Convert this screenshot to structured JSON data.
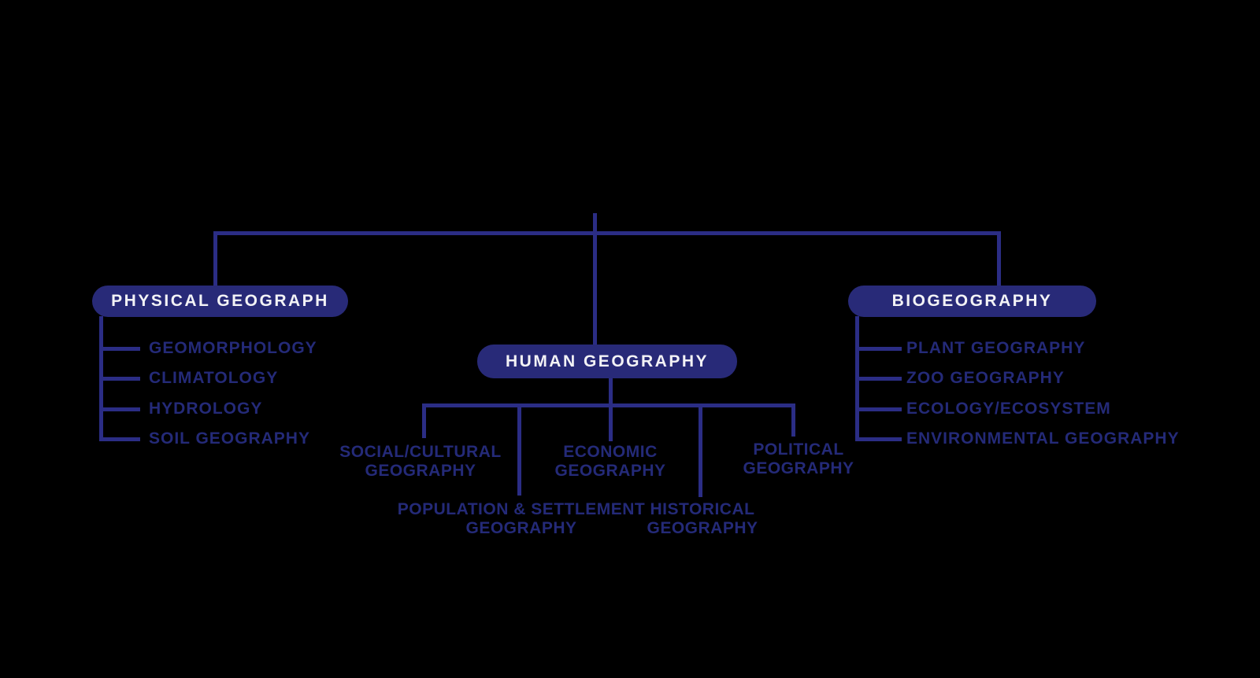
{
  "colors": {
    "background": "#000000",
    "node_fill": "#282a78",
    "node_text": "#f3f3f6",
    "line": "#2b2d85",
    "item_text": "#242a78"
  },
  "tree": {
    "branches": [
      {
        "label": "PHYSICAL GEOGRAPH",
        "children": [
          "GEOMORPHOLOGY",
          "CLIMATOLOGY",
          "HYDROLOGY",
          "SOIL GEOGRAPHY"
        ]
      },
      {
        "label": "HUMAN GEOGRAPHY",
        "children": [
          "SOCIAL/CULTURAL\nGEOGRAPHY",
          "POPULATION & SETTLEMENT\nGEOGRAPHY",
          "ECONOMIC\nGEOGRAPHY",
          "HISTORICAL\nGEOGRAPHY",
          "POLITICAL\nGEOGRAPHY"
        ]
      },
      {
        "label": "BIOGEOGRAPHY",
        "children": [
          "PLANT GEOGRAPHY",
          "ZOO GEOGRAPHY",
          "ECOLOGY/ECOSYSTEM",
          "ENVIRONMENTAL GEOGRAPHY"
        ]
      }
    ]
  }
}
